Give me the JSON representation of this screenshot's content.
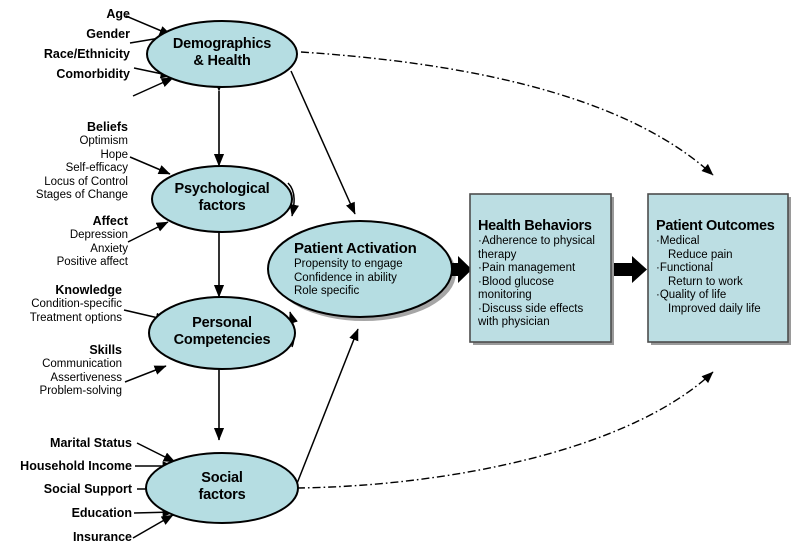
{
  "colors": {
    "node_fill": "#b5dde2",
    "node_stroke": "#000000",
    "box_fill": "#bcdee3",
    "box_stroke": "#4d4d4d",
    "shadow": "#a6a6a6",
    "text": "#000000",
    "background": "#ffffff"
  },
  "nodes": {
    "demographics": {
      "title_line1": "Demographics",
      "title_line2": "& Health"
    },
    "psychological": {
      "title_line1": "Psychological",
      "title_line2": "factors"
    },
    "personal": {
      "title_line1": "Personal",
      "title_line2": "Competencies"
    },
    "social": {
      "title_line1": "Social",
      "title_line2": "factors"
    },
    "patient_activation": {
      "title": "Patient Activation",
      "items": [
        "Propensity to engage",
        "Confidence in ability",
        "Role specific"
      ]
    }
  },
  "boxes": {
    "health_behaviors": {
      "title": "Health Behaviors",
      "items": [
        "·Adherence to physical therapy",
        "·Pain management",
        "·Blood glucose monitoring",
        "·Discuss side effects with physician"
      ]
    },
    "patient_outcomes": {
      "title": "Patient Outcomes",
      "items": [
        "·Medical",
        "Reduce pain",
        "·Functional",
        "Return to work",
        "·Quality of life",
        "Improved daily life"
      ]
    }
  },
  "side_labels": {
    "demographics": {
      "items": [
        "Age",
        "Gender",
        "Race/Ethnicity",
        "Comorbidity"
      ]
    },
    "psychological": {
      "group1_head": "Beliefs",
      "group1_items": [
        "Optimism",
        "Hope",
        "Self-efficacy",
        "Locus of Control",
        "Stages of Change"
      ],
      "group2_head": "Affect",
      "group2_items": [
        "Depression",
        "Anxiety",
        "Positive affect"
      ]
    },
    "personal": {
      "group1_head": "Knowledge",
      "group1_items": [
        "Condition-specific",
        "Treatment options"
      ],
      "group2_head": "Skills",
      "group2_items": [
        "Communication",
        "Assertiveness",
        "Problem-solving"
      ]
    },
    "social": {
      "items": [
        "Marital Status",
        "Household Income",
        "Social Support",
        "Education",
        "Insurance"
      ]
    }
  }
}
